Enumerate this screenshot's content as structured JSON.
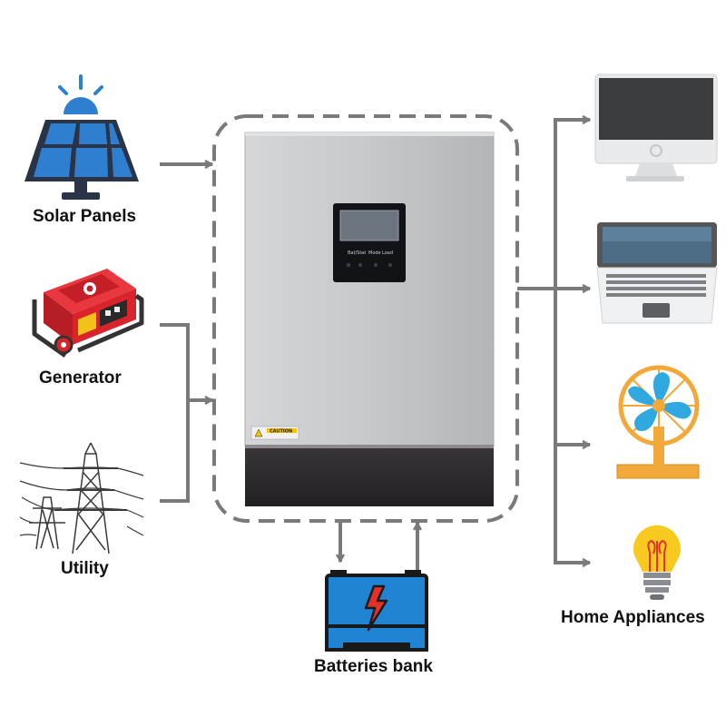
{
  "diagram": {
    "sources": [
      {
        "label": "Solar Panels",
        "icon": "solar-panel-icon"
      },
      {
        "label": "Generator",
        "icon": "generator-icon"
      },
      {
        "label": "Utility",
        "icon": "power-tower-icon"
      }
    ],
    "storage": {
      "label": "Batteries bank",
      "icon": "battery-icon"
    },
    "loads": {
      "label": "Home Appliances",
      "icons": [
        "monitor-icon",
        "laptop-icon",
        "fan-icon",
        "light-bulb-icon"
      ]
    },
    "inverter": {
      "lcd_labels": [
        "Bat/Stat",
        "Mode",
        "Load"
      ],
      "caution_label": "CAUTION"
    }
  },
  "colors": {
    "arrow": "#7a7a7a",
    "inverter_body": "#bfc1c4",
    "inverter_base": "#2a262b",
    "solar_blue": "#2f7fd0",
    "solar_frame": "#2b3447",
    "generator_red": "#d9242c",
    "battery_blue": "#1f84d4",
    "battery_bolt": "#e0322a",
    "fan_orange": "#f2a93a",
    "fan_blue": "#2fa9e0",
    "bulb_yellow": "#f8c91f"
  }
}
